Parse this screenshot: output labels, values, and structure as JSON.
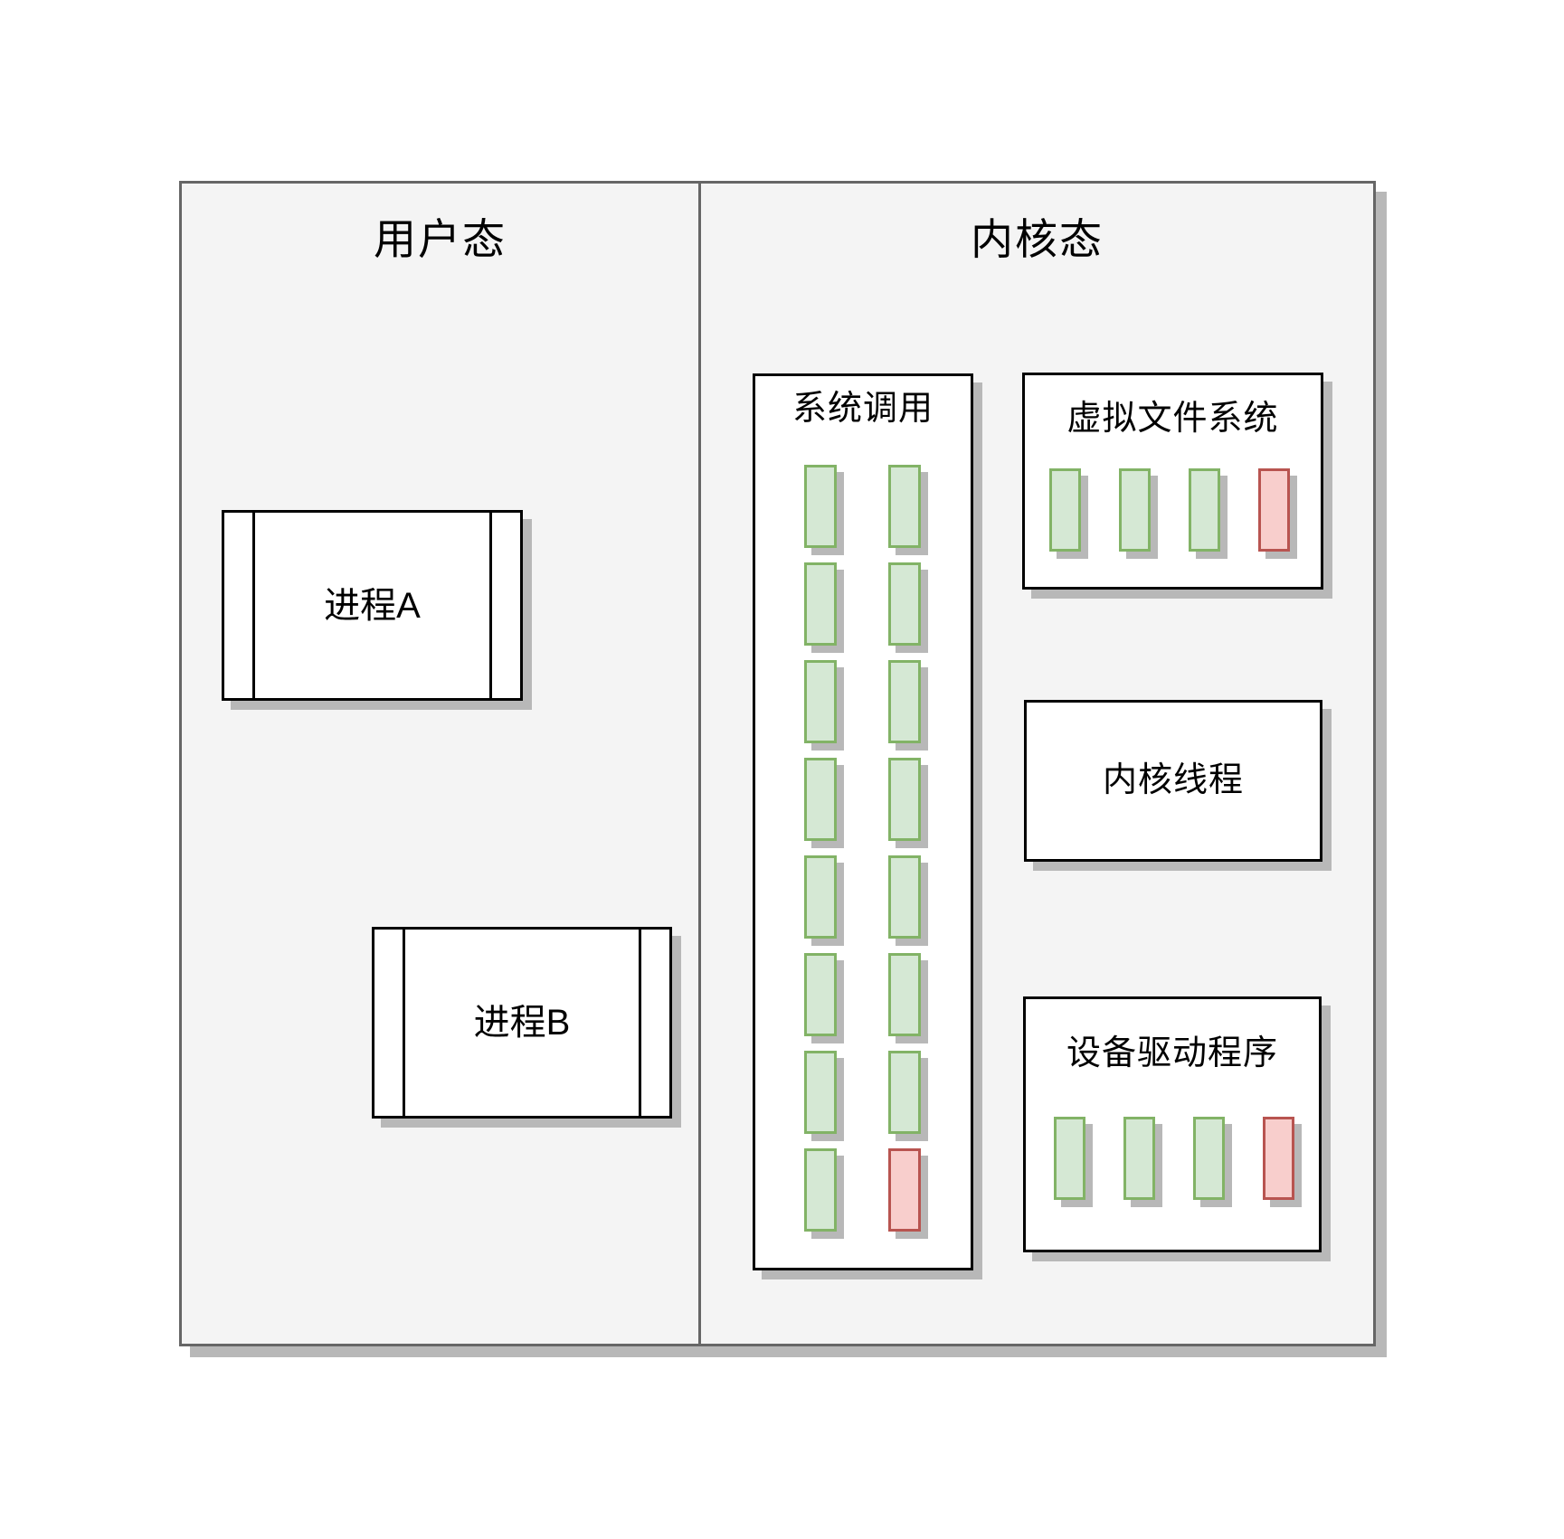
{
  "user_panel": {
    "title": "用户态",
    "process_a": {
      "label": "进程A"
    },
    "process_b": {
      "label": "进程B"
    }
  },
  "kernel_panel": {
    "title": "内核态",
    "syscall": {
      "title": "系统调用",
      "columns": [
        [
          "green",
          "green",
          "green",
          "green",
          "green",
          "green",
          "green",
          "green"
        ],
        [
          "green",
          "green",
          "green",
          "green",
          "green",
          "green",
          "green",
          "red"
        ]
      ]
    },
    "vfs": {
      "title": "虚拟文件系统",
      "slots": [
        "green",
        "green",
        "green",
        "red"
      ]
    },
    "kernel_thread": {
      "title": "内核线程"
    },
    "device_driver": {
      "title": "设备驱动程序",
      "slots": [
        "green",
        "green",
        "green",
        "red"
      ]
    }
  },
  "colors": {
    "panel_fill": "#f4f4f4",
    "panel_border": "#666666",
    "box_border": "#000000",
    "box_fill": "#ffffff",
    "shadow": "#b8b8b8",
    "slot_green_fill": "#d5e8d4",
    "slot_green_border": "#82b366",
    "slot_red_fill": "#f8cecc",
    "slot_red_border": "#b85450",
    "text_color": "#000000"
  }
}
